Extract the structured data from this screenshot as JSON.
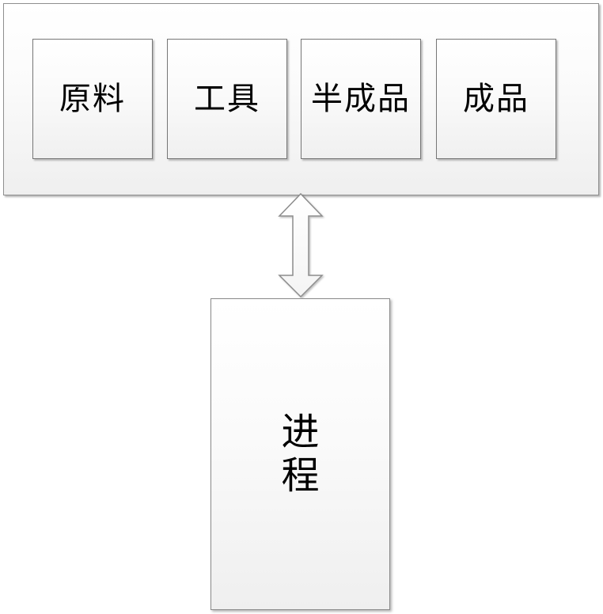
{
  "diagram": {
    "storage": {
      "boxes": [
        {
          "label": "原料"
        },
        {
          "label": "工具"
        },
        {
          "label": "半成品"
        },
        {
          "label": "成品"
        }
      ]
    },
    "connector": {
      "type": "double-headed-vertical-arrow"
    },
    "process": {
      "label": "进程"
    }
  },
  "colors": {
    "box_border": "#8a8a8a",
    "box_fill_top": "#ffffff",
    "box_fill_bottom": "#efefef",
    "text": "#000000",
    "background": "#ffffff"
  }
}
